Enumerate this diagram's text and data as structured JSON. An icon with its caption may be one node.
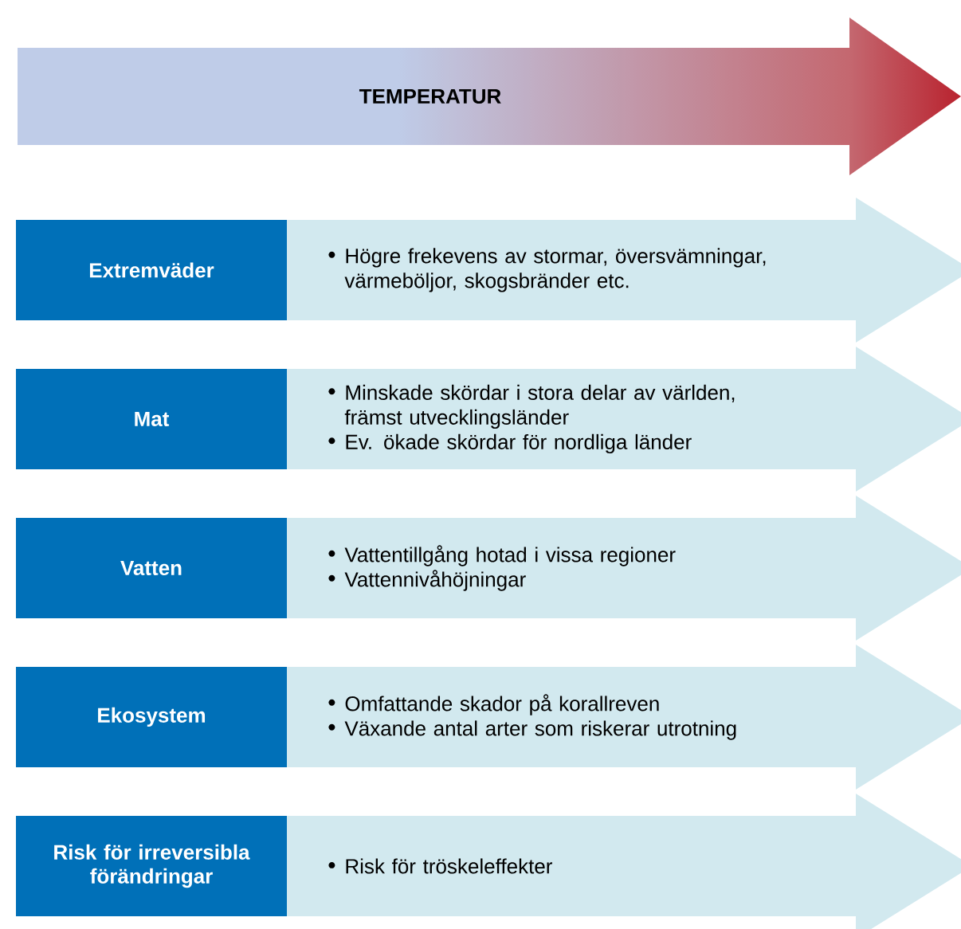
{
  "diagram": {
    "nodes": [
      {
        "text": [
          "TEMPERATUR"
        ]
      },
      {
        "text": [
          "Extremväder"
        ]
      },
      {
        "text": [
          "Högre frekevens av stormar, översvämningar, värmeböljor, skogsbränder etc."
        ]
      },
      {
        "text": [
          "Mat"
        ]
      },
      {
        "text": [
          "Minskade skördar i stora delar av världen, främst utvecklingsländer",
          "Ev. ökade skördar för nordliga länder"
        ]
      },
      {
        "text": [
          "Vatten"
        ]
      },
      {
        "text": [
          "Vattentillgång hotad i vissa regioner",
          "Vattennivåhöjningar"
        ]
      },
      {
        "text": [
          "Ekosystem"
        ]
      },
      {
        "text": [
          "Omfattande skador på korallreven",
          "Växande antal arter som riskerar utrotning"
        ]
      },
      {
        "text": [
          "Risk för irreversibla förändringar"
        ]
      },
      {
        "text": [
          "Risk för tröskeleffekter"
        ]
      }
    ]
  }
}
